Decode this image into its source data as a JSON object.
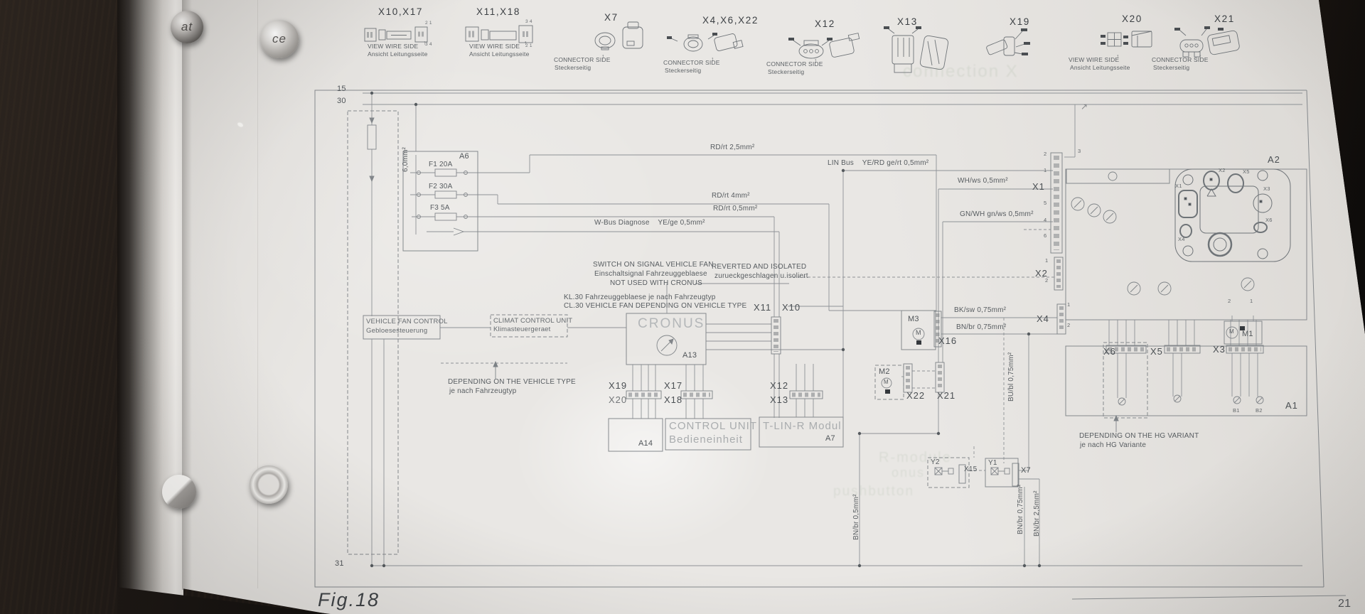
{
  "scene": {
    "fig_caption": "Fig.18",
    "page_number": "21",
    "stamp_left": "at",
    "stamp_right": "ce",
    "pencil_arrow": "↗"
  },
  "icons": {
    "up_arrow": "↑",
    "motor_letter": "M"
  },
  "legend": {
    "view_en": "VIEW WIRE SIDE",
    "view_de": "Ansicht Leitungsseite",
    "conn_en": "CONNECTOR SIDE",
    "conn_de": "Steckerseitig",
    "pins_21": "2 1",
    "pins_34": "3 4",
    "items": [
      {
        "label": "X10,X17"
      },
      {
        "label": "X11,X18"
      },
      {
        "label": "X7"
      },
      {
        "label": "X4,X6,X22"
      },
      {
        "label": "X12"
      },
      {
        "label": "X13"
      },
      {
        "label": "X19"
      },
      {
        "label": "X20"
      },
      {
        "label": "X21"
      }
    ]
  },
  "buses": {
    "b15": "15",
    "b30": "30",
    "b31": "31"
  },
  "wires": {
    "rd25": "RD/rt 2,5mm²",
    "lin": "LIN Bus    YE/RD ge/rt 0,5mm²",
    "whws": "WH/ws 0,5mm²",
    "rd4": "RD/rt 4mm²",
    "rd05": "RD/rt 0,5mm²",
    "gnwh": "GN/WH gn/ws 0,5mm²",
    "wbus": "W-Bus Diagnose    YE/ge 0,5mm²",
    "bksw": "BK/sw 0,75mm²",
    "bnbr075": "BN/br 0,75mm²",
    "bubl": "BU/bl 0,75mm²",
    "bnbr05": "BN/br 0,5mm²",
    "bnbr075b": "BN/br 0,75mm²",
    "bnbr25": "BN/br 2,5mm²",
    "sq60": "6,0mm²"
  },
  "fuses": {
    "box": "A6",
    "f1": "F1 20A",
    "f2": "F2 30A",
    "f3": "F3 5A"
  },
  "components": {
    "vfc1": "VEHICLE FAN CONTROL",
    "vfc2": "Gebloesesteuerung",
    "climat1": "CLIMAT CONTROL UNIT",
    "climat2": "Klimasteuergeraet",
    "cronus": "CRONUS",
    "a13": "A13",
    "a14": "A14",
    "cu1": "CONTROL UNIT",
    "cu2": "Bedieneinheit",
    "tlin": "T-LIN-R Modul",
    "a7": "A7",
    "m1": "M1",
    "m2": "M2",
    "m3": "M3",
    "a1": "A1",
    "a2": "A2",
    "y1": "Y1",
    "y2": "Y2",
    "b1": "B1",
    "b2": "B2"
  },
  "refs": {
    "x1": "X1",
    "x2": "X2",
    "x3": "X3",
    "x4": "X4",
    "x5": "X5",
    "x6": "X6",
    "x7": "X7",
    "x10": "X10",
    "x11": "X11",
    "x12": "X12",
    "x13": "X13",
    "x15": "X15",
    "x16": "X16",
    "x17": "X17",
    "x18": "X18",
    "x19": "X19",
    "x20": "X20",
    "x21": "X21",
    "x22": "X22"
  },
  "pins": {
    "n1": "1",
    "n2": "2",
    "n3": "3",
    "n4": "4",
    "n5": "5",
    "n6": "6"
  },
  "notes": {
    "sw1": "SWITCH ON SIGNAL VEHICLE FAN",
    "sw2": "Einschaltsignal Fahrzeuggeblaese",
    "sw3": "NOT USED WITH CRONUS",
    "rv1": "REVERTED AND ISOLATED",
    "rv2": "zurueckgeschlagen u.isoliert",
    "kl1": "KL.30 Fahrzeuggeblaese je nach Fahrzeugtyp",
    "kl2": "CL.30 VEHICLE FAN DEPENDING ON VEHICLE TYPE",
    "dv1": "DEPENDING ON THE VEHICLE TYPE",
    "dv2": "je nach Fahrzeugtyp",
    "dh1": "DEPENDING ON THE HG VARIANT",
    "dh2": "je nach HG Variante"
  },
  "ghost": {
    "g1": "connection X",
    "g2": "R-module",
    "g3": "onus",
    "g4": "pushbutton"
  }
}
